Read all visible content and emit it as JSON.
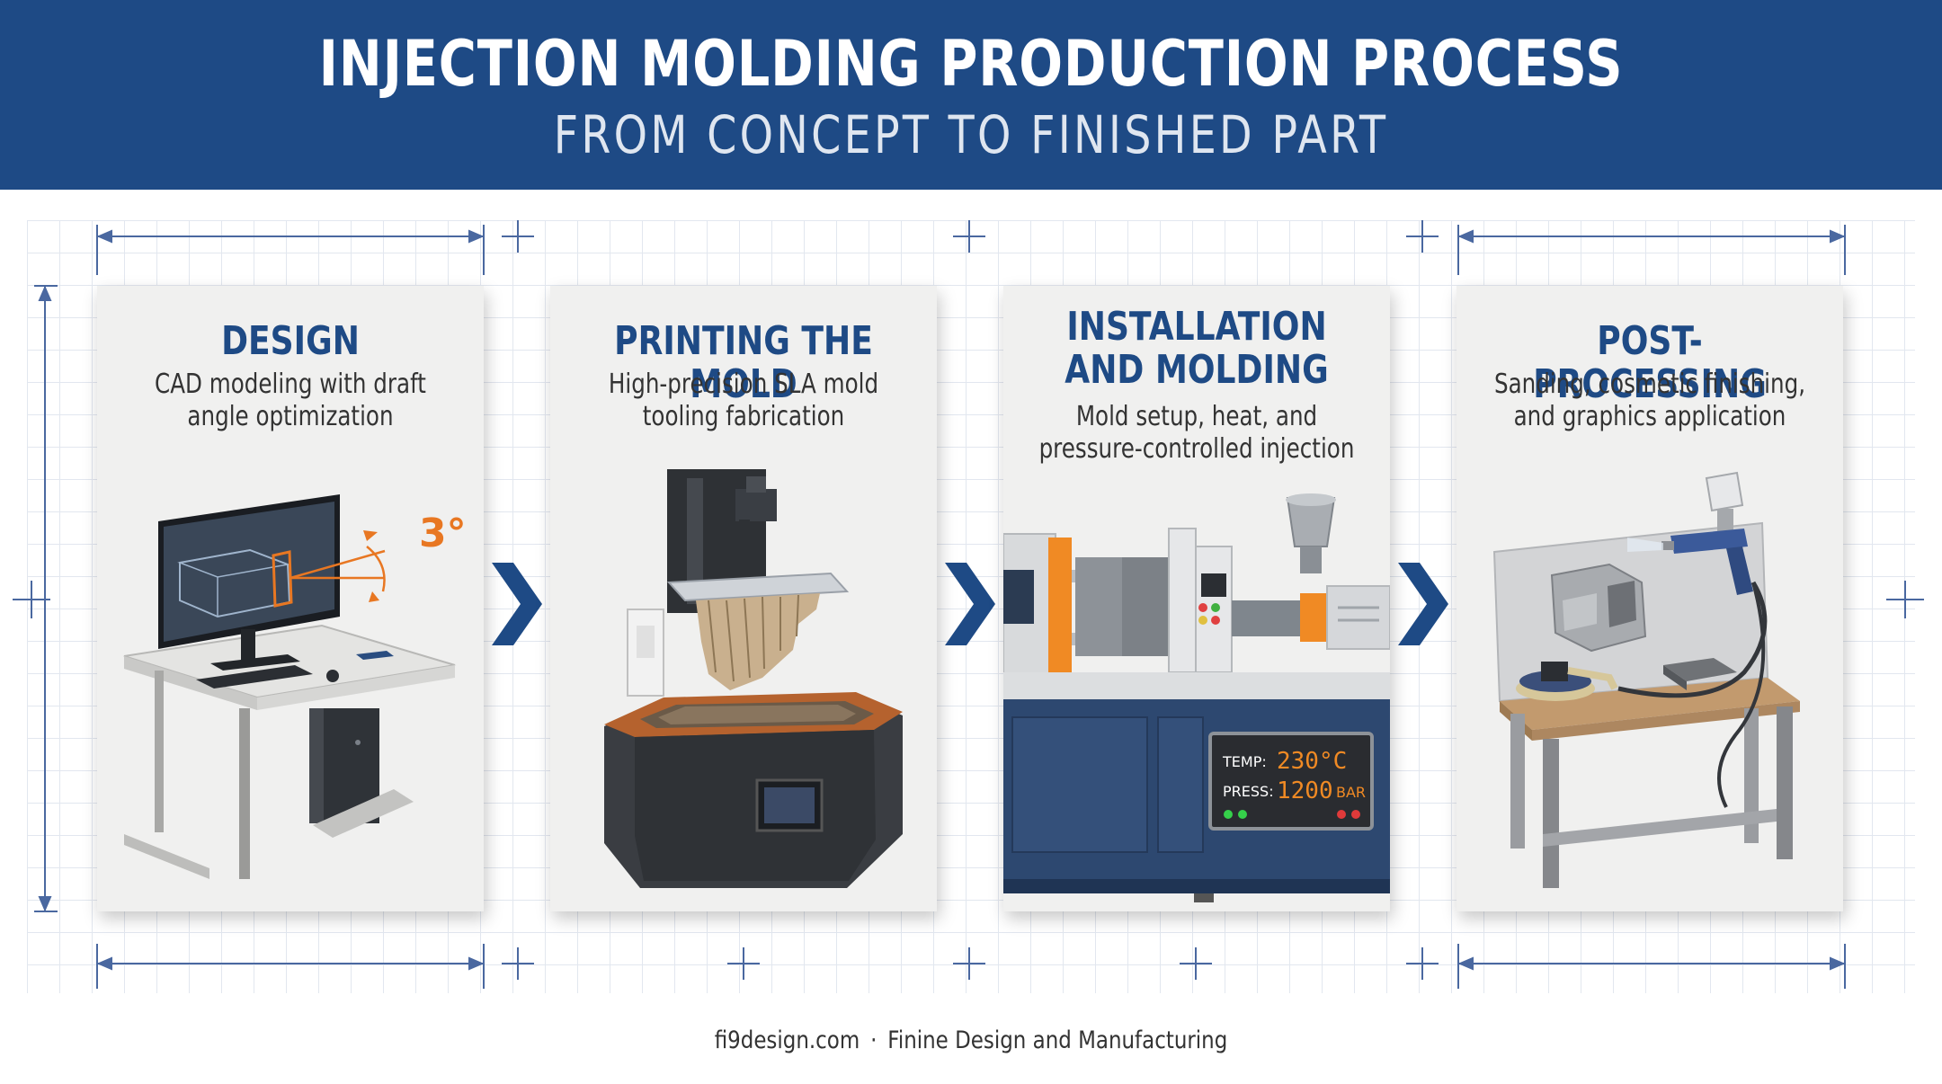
{
  "header": {
    "title": "INJECTION MOLDING PRODUCTION PROCESS",
    "subtitle": "FROM CONCEPT TO FINISHED PART"
  },
  "colors": {
    "header_bg": "#1e4a85",
    "title_text": "#1e4a85",
    "accent_orange": "#e87722",
    "card_bg": "#f0f0ef"
  },
  "steps": [
    {
      "title_lines": [
        "DESIGN"
      ],
      "desc_lines": [
        "CAD modeling with draft",
        "angle optimization"
      ],
      "illustration": "computer-workstation",
      "angle_label": "3°"
    },
    {
      "title_lines": [
        "PRINTING THE MOLD"
      ],
      "desc_lines": [
        "High-precision SLA mold",
        "tooling fabrication"
      ],
      "illustration": "sla-3d-printer"
    },
    {
      "title_lines": [
        "INSTALLATION",
        "AND MOLDING"
      ],
      "desc_lines": [
        "Mold setup, heat, and",
        "pressure-controlled injection"
      ],
      "illustration": "injection-molding-machine",
      "panel": {
        "temp_label": "TEMP:",
        "temp_value": "230°C",
        "press_label": "PRESS:",
        "press_value": "1200",
        "press_unit": "BAR"
      }
    },
    {
      "title_lines": [
        "POST-PROCESSING"
      ],
      "desc_lines": [
        "Sanding, cosmetic finishing,",
        "and graphics application"
      ],
      "illustration": "spray-gun-workbench"
    }
  ],
  "connectors": [
    "chevron-right-icon",
    "chevron-right-icon",
    "chevron-right-icon"
  ],
  "footer": {
    "site": "fi9design.com",
    "separator": "·",
    "company": "Finine Design and Manufacturing"
  }
}
